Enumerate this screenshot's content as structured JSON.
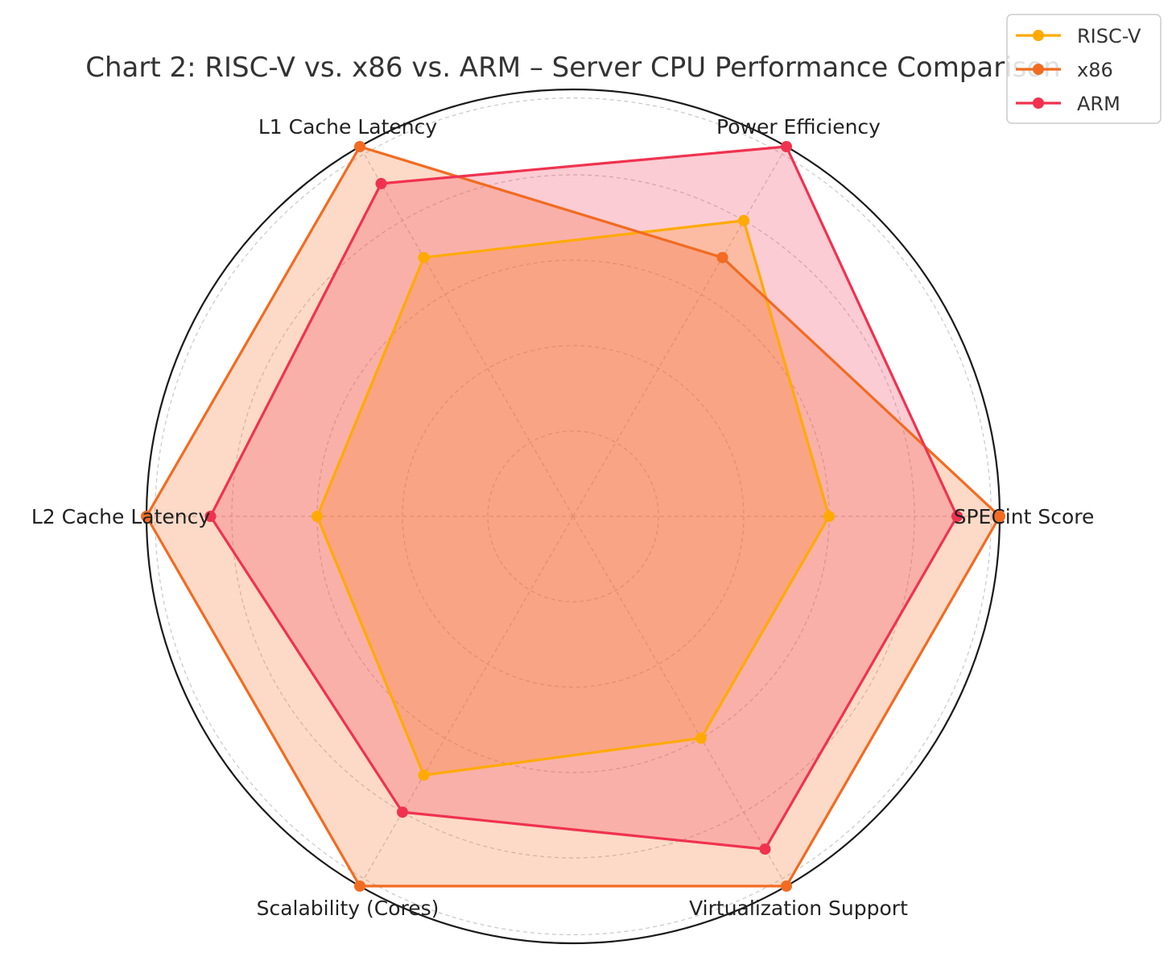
{
  "chart_data": {
    "type": "radar",
    "title": "Chart 2: RISC-V vs. x86 vs. ARM – Server CPU Performance Comparison",
    "axes": [
      "SPECint Score",
      "Power Efficiency",
      "L1 Cache Latency",
      "L2 Cache Latency",
      "Scalability (Cores)",
      "Virtualization Support"
    ],
    "rlim": [
      0,
      10
    ],
    "ticks": [
      2,
      4,
      6,
      8,
      10
    ],
    "grid": true,
    "legend_position": "top-right",
    "series": [
      {
        "name": "RISC-V",
        "color": "#FFAA00",
        "values": [
          6,
          8,
          7,
          6,
          7,
          6
        ]
      },
      {
        "name": "x86",
        "color": "#F26B21",
        "values": [
          10,
          7,
          10,
          10,
          10,
          10
        ]
      },
      {
        "name": "ARM",
        "color": "#F0324F",
        "values": [
          9,
          10,
          9,
          8.5,
          8,
          9
        ]
      }
    ]
  }
}
